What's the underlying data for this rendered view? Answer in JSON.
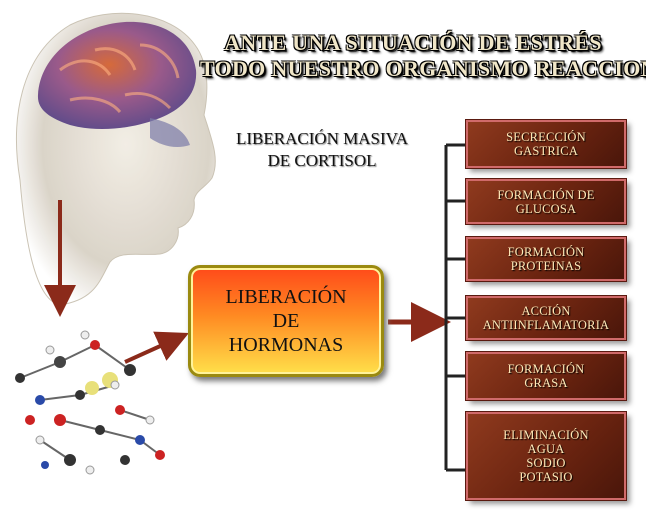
{
  "title": {
    "line1": "ANTE UNA SITUACIÓN DE ESTRÉS",
    "line2": "TODO NUESTRO ORGANISMO REACCIONA"
  },
  "subtitle": {
    "line1": "LIBERACIÓN MASIVA",
    "line2": "DE CORTISOL"
  },
  "center": {
    "line1": "LIBERACIÓN",
    "line2": "DE",
    "line3": "HORMONAS"
  },
  "effects": [
    {
      "lines": [
        "SECRECCIÓN",
        "GASTRICA"
      ]
    },
    {
      "lines": [
        "FORMACIÓN DE",
        "GLUCOSA"
      ]
    },
    {
      "lines": [
        "FORMACIÓN",
        "PROTEINAS"
      ]
    },
    {
      "lines": [
        "ACCIÓN",
        "ANTIINFLAMATORIA"
      ]
    },
    {
      "lines": [
        "FORMACIÓN",
        "GRASA"
      ]
    },
    {
      "lines": [
        "ELIMINACIÓN",
        "AGUA",
        "SODIO",
        "POTASIO"
      ]
    }
  ],
  "colors": {
    "effect_box": "#6b2410",
    "arrow": "#8b2a1a",
    "connector": "#222222",
    "center_gradient_top": "#ff4a1a",
    "center_gradient_bottom": "#ffe04a"
  },
  "icons": {
    "head": "brain-head-illustration",
    "molecule": "cortisol-molecule-model"
  }
}
